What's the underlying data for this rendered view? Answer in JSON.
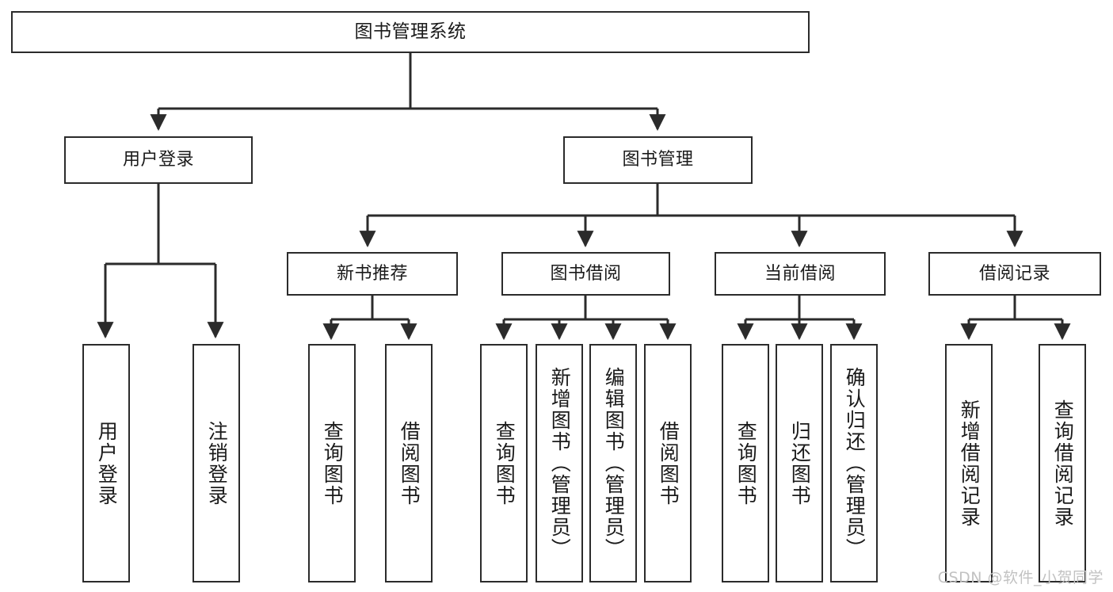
{
  "diagram": {
    "title": "图书管理系统",
    "watermark": "CSDN @软件_小贺同学",
    "line_color": "#2b2b2b",
    "box_fill": "#ffffff",
    "text_color": "#1a1a1a",
    "watermark_color": "#c2c2c2",
    "root": {
      "label": "图书管理系统"
    },
    "level1": [
      {
        "label": "用户登录"
      },
      {
        "label": "图书管理"
      }
    ],
    "level2": [
      {
        "label": "新书推荐"
      },
      {
        "label": "图书借阅"
      },
      {
        "label": "当前借阅"
      },
      {
        "label": "借阅记录"
      }
    ],
    "leaves": [
      {
        "label": "用户登录",
        "parent": "用户登录"
      },
      {
        "label": "注销登录",
        "parent": "用户登录"
      },
      {
        "label": "查询图书",
        "parent": "新书推荐"
      },
      {
        "label": "借阅图书",
        "parent": "新书推荐"
      },
      {
        "label": "查询图书",
        "parent": "图书借阅"
      },
      {
        "label": "新增图书（管理员）",
        "parent": "图书借阅"
      },
      {
        "label": "编辑图书（管理员）",
        "parent": "图书借阅"
      },
      {
        "label": "借阅图书",
        "parent": "图书借阅"
      },
      {
        "label": "查询图书",
        "parent": "当前借阅"
      },
      {
        "label": "归还图书",
        "parent": "当前借阅"
      },
      {
        "label": "确认归还（管理员）",
        "parent": "当前借阅"
      },
      {
        "label": "新增借阅记录",
        "parent": "借阅记录"
      },
      {
        "label": "查询借阅记录",
        "parent": "借阅记录"
      }
    ]
  }
}
